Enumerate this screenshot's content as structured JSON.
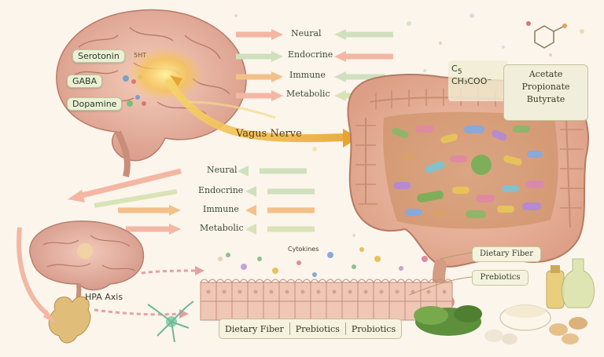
{
  "top_pathways": [
    "Neural",
    "Endocrine",
    "Immune",
    "Metabolic"
  ],
  "mid_pathways": [
    "Neural",
    "Endocrine",
    "Immune",
    "Metabolic"
  ],
  "neurotransmitters": {
    "serotonin": "Serotonin",
    "serotonin_abbr": "5HT",
    "gaba": "GABA",
    "dopamine": "Dopamine"
  },
  "vagus_nerve": "Vagus Nerve",
  "scfa": {
    "formula_top": "C",
    "formula_sub": "5",
    "formula_main": "CH₃COO⁻",
    "items": [
      "Acetate",
      "Propionate",
      "Butyrate"
    ]
  },
  "hpa_axis": "HPA Axis",
  "cytokines": "Cytokines",
  "right_tags": [
    "Dietary Fiber",
    "Prebiotics"
  ],
  "bottom_tags": [
    "Dietary Fiber",
    "Prebiotics",
    "Probiotics"
  ],
  "colors": {
    "brain": "#e8b4a2",
    "gut": "#e9b49c",
    "neural_arrow": "#f3b7a4",
    "endocrine_arrow": "#cfe0bd",
    "immune_arrow": "#f3c08a",
    "metabolic_arrow": "#d9e3b4",
    "vagus": "#f0c040"
  }
}
